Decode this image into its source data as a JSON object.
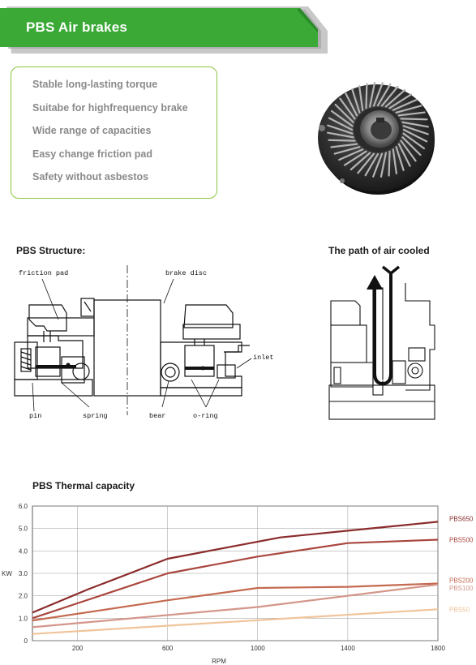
{
  "header": {
    "title": "PBS Air brakes"
  },
  "colors": {
    "banner_green": "#3aa935",
    "banner_shadow": "#a8a8a8",
    "box_border": "#8cc63f",
    "feature_text": "#8a8a8a"
  },
  "features": [
    "Stable long-lasting torque",
    "Suitabe for highfrequency brake",
    "Wide range of capacities",
    "Easy change friction pad",
    "Safety without asbestos"
  ],
  "structure": {
    "title": "PBS Structure:",
    "labels": {
      "friction_pad": "friction pad",
      "brake_disc": "brake disc",
      "inlet": "inlet",
      "pin": "pin",
      "spring": "spring",
      "bear": "bear",
      "o_ring": "o-ring"
    }
  },
  "air_path": {
    "title": "The path of air cooled"
  },
  "chart_data": {
    "type": "line",
    "title": "PBS Thermal capacity",
    "xlabel": "RPM",
    "ylabel": "KW",
    "x_ticks": [
      200,
      600,
      1000,
      1400,
      1800
    ],
    "y_ticks": [
      "0",
      "1.0",
      "2.0",
      "3.0",
      "4.0",
      "5.0",
      "6.0"
    ],
    "xlim": [
      0,
      1800
    ],
    "ylim": [
      0,
      6
    ],
    "grid": true,
    "legend": "right",
    "series": [
      {
        "name": "PBS650",
        "color": "#8b2b2b",
        "x": [
          0,
          250,
          600,
          1100,
          1400,
          1800
        ],
        "y": [
          1.25,
          2.3,
          3.65,
          4.6,
          4.9,
          5.3
        ]
      },
      {
        "name": "PBS500",
        "color": "#a9463e",
        "x": [
          0,
          600,
          1000,
          1400,
          1800
        ],
        "y": [
          1.0,
          3.0,
          3.75,
          4.35,
          4.5
        ]
      },
      {
        "name": "PBS200",
        "color": "#c46a50",
        "x": [
          0,
          600,
          1000,
          1400,
          1800
        ],
        "y": [
          0.9,
          1.8,
          2.35,
          2.4,
          2.55
        ]
      },
      {
        "name": "PBS100",
        "color": "#d4968a",
        "x": [
          0,
          1000,
          1800
        ],
        "y": [
          0.6,
          1.5,
          2.5
        ]
      },
      {
        "name": "PBS50",
        "color": "#f0c49a",
        "x": [
          0,
          1800
        ],
        "y": [
          0.3,
          1.4
        ]
      }
    ]
  }
}
